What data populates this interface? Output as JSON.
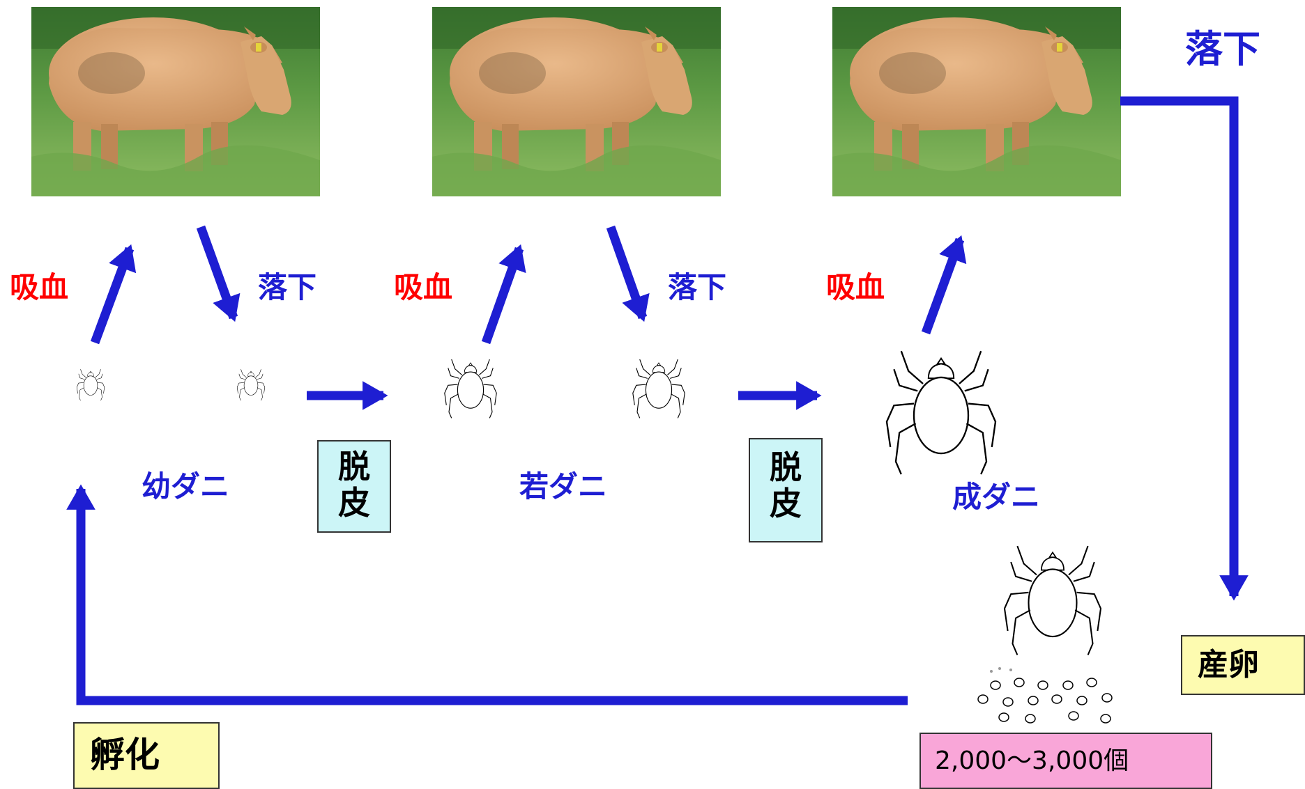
{
  "colors": {
    "arrow": "#1e1ed2",
    "feed_label": "#ff0000",
    "drop_label": "#1e1ed2",
    "molt_box": "#ccf5f7",
    "event_box": "#fdfbb0",
    "count_box": "#f9a6d8"
  },
  "images": [
    "cow-photo",
    "cow-photo",
    "cow-photo"
  ],
  "labels": {
    "feed": "吸血",
    "drop": "落下"
  },
  "stages": {
    "larva": "幼ダニ",
    "nymph": "若ダニ",
    "adult": "成ダニ"
  },
  "molt": [
    "脱",
    "皮"
  ],
  "events": {
    "oviposition": "産卵",
    "hatching": "孵化",
    "egg_count": "2,000〜3,000個"
  }
}
